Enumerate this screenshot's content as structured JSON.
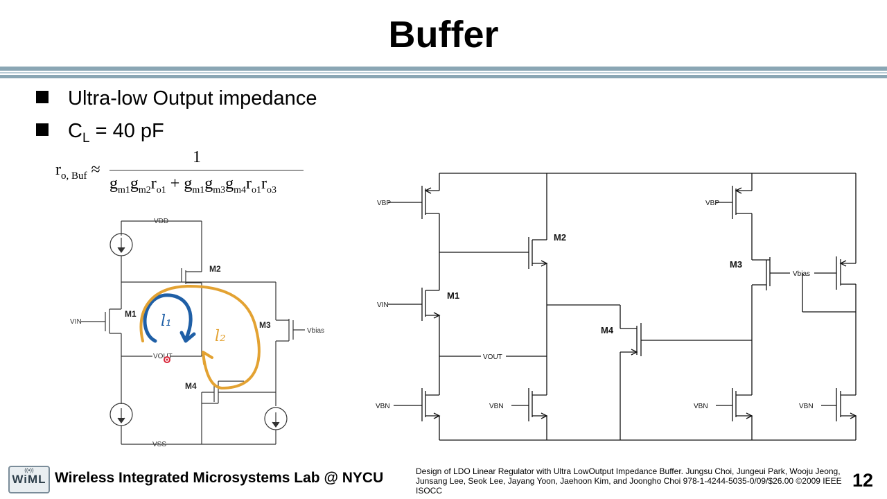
{
  "slide": {
    "title": "Buffer",
    "page_number": "12"
  },
  "bullets": {
    "b1": "Ultra-low Output impedance",
    "b2_main": "C",
    "b2_sub": "L",
    "b2_rest": " = 40 pF"
  },
  "formula": {
    "lhs_r": "r",
    "lhs_sub": "o, Buf",
    "approx": " ≈",
    "numerator": "1"
  },
  "left_circuit": {
    "vdd": "VDD",
    "vss": "VSS",
    "vin": "VIN",
    "vout": "VOUT",
    "vbias": "Vbias",
    "m1": "M1",
    "m2": "M2",
    "m3": "M3",
    "m4": "M4",
    "ink_loop1": "l₁",
    "ink_loop2": "l₂",
    "ink_colors": {
      "loop1": "#1f5fa6",
      "loop2": "#e3a232",
      "marker": "#d9273a"
    }
  },
  "right_circuit": {
    "vbp_left": "VBP",
    "vbp_right": "VBP",
    "vin": "VIN",
    "vout": "VOUT",
    "vbias": "Vbias",
    "vbn_1": "VBN",
    "vbn_2": "VBN",
    "vbn_3": "VBN",
    "vbn_4": "VBN",
    "m1": "M1",
    "m2": "M2",
    "m3": "M3",
    "m4": "M4"
  },
  "footer": {
    "logo_text": "WiML",
    "lab_name": "Wireless Integrated Microsystems Lab @ NYCU",
    "citation": "Design of LDO Linear Regulator with Ultra LowOutput Impedance Buffer. Jungsu Choi, Jungeui Park, Wooju Jeong, Junsang Lee, Seok Lee, Jayang Yoon, Jaehoon Kim, and Joongho Choi 978-1-4244-5035-0/09/$26.00 ©2009 IEEE ISOCC"
  }
}
